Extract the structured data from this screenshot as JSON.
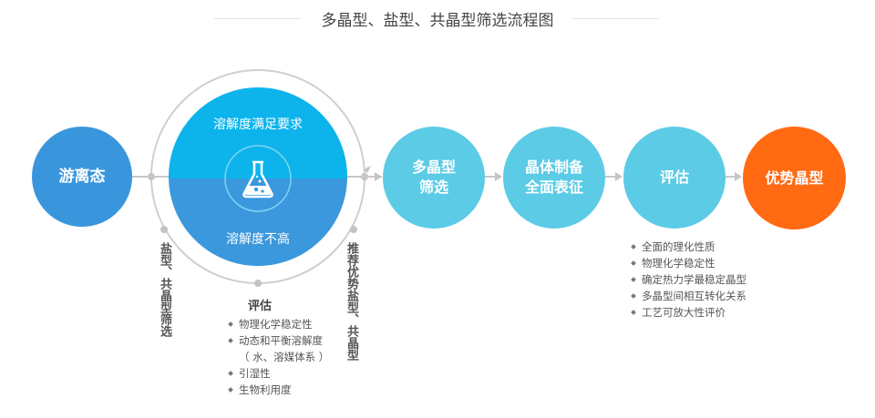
{
  "title": "多晶型、盐型、共晶型筛选流程图",
  "nodes": {
    "free_state": "游离态",
    "polymorph": [
      "多晶型",
      "筛选"
    ],
    "crystal_prep": [
      "晶体制备",
      "全面表征"
    ],
    "evaluate": "评估",
    "optimal": "优势晶型"
  },
  "solubility": {
    "high": "溶解度满足要求",
    "low": "溶解度不高"
  },
  "side_labels": {
    "left": "盐型、共晶型筛选",
    "right": "推荐优势盐型、共晶型"
  },
  "lower_eval": {
    "title": "评估",
    "items": [
      "物理化学稳定性",
      "动态和平衡溶解度",
      "（ 水、溶媒体系 ）",
      "引湿性",
      "生物利用度"
    ]
  },
  "right_eval": {
    "items": [
      "全面的理化性质",
      "物理化学稳定性",
      "确定热力学最稳定晶型",
      "多晶型间相互转化关系",
      "工艺可放大性评价"
    ]
  },
  "colors": {
    "blue_node": "#3a96dc",
    "light_blue_node": "#5ccbe6",
    "orange_node": "#ff6a13",
    "cyan_top": "#0db4ec",
    "blue_bottom": "#3b98dd",
    "line": "#c8c8c8",
    "text": "#555555"
  },
  "icons": [
    "flask-icon"
  ]
}
